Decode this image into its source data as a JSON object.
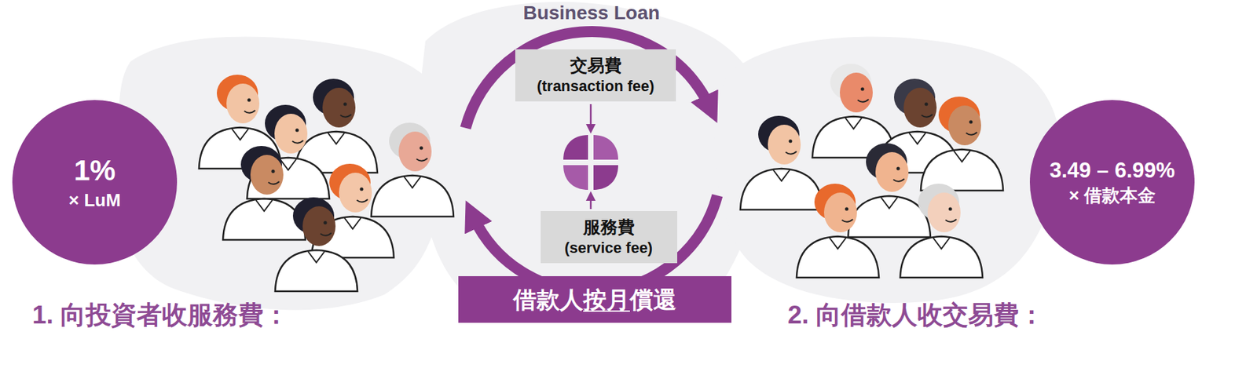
{
  "diagram": {
    "nodes": [
      {
        "text": [
          "1%",
          "× LuM"
        ]
      },
      {
        "text": [
          "交易費",
          "(transaction fee)"
        ]
      },
      {
        "text": [
          "服務費",
          "(service fee)"
        ]
      },
      {
        "text": [
          "借款人按月償還"
        ]
      },
      {
        "text": [
          "3.49 – 6.99%",
          "× 借款本金"
        ]
      }
    ],
    "labels": [
      "Business Loan",
      "1. 向投資者收服務費：",
      "2. 向借款人收交易費："
    ]
  }
}
